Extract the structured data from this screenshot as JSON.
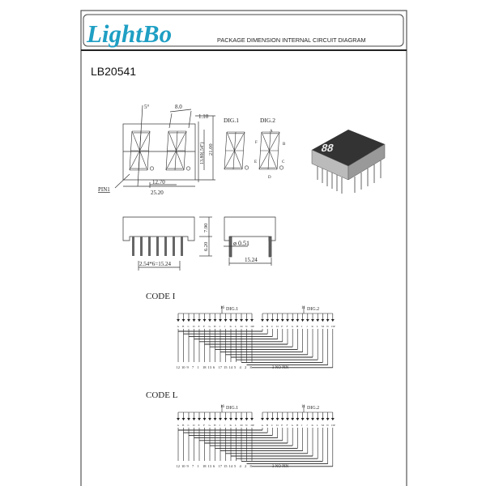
{
  "header": {
    "logo": "LightBo",
    "title": "PACKAGE DIMENSION INTERNAL CIRCUIT DIAGRAM",
    "logo_color": "#1f9fc4"
  },
  "part_number": "LB20541",
  "front_view": {
    "angle": "5°",
    "pitch": "8.0",
    "seg_width": "1.10",
    "digit_height": "13.80(.54\")",
    "height": "21.00",
    "digit_spacing": "12.70",
    "width": "25.20",
    "pin1_label": "PIN1"
  },
  "segment_view": {
    "dig1_label": "DIG.1",
    "dig2_label": "DIG.2",
    "segment_letters": [
      "A",
      "B",
      "C",
      "D",
      "E",
      "F"
    ]
  },
  "side_view": {
    "body_height": "7.90",
    "pin_length": "6.20",
    "pin_pitch": "2.54*6=15.24",
    "pin_diameter": "ø 0.51",
    "row_spacing": "15.24"
  },
  "circuits": [
    {
      "title": "CODE I",
      "dig1_pin": "16",
      "dig1_label": "DIG.1",
      "dig2_pin": "11",
      "dig2_label": "DIG.2",
      "segments": [
        "A",
        "B",
        "C",
        "D",
        "E",
        "F",
        "G",
        "H",
        "I",
        "J",
        "K",
        "L",
        "M",
        "N",
        "DP"
      ],
      "pins": [
        "12",
        "10",
        "9",
        "7",
        "1",
        "18",
        "13",
        "6",
        "17",
        "15",
        "14",
        "5",
        "4",
        "2",
        "8"
      ],
      "note": "3 NO PIN"
    },
    {
      "title": "CODE L",
      "dig1_pin": "16",
      "dig1_label": "DIG.1",
      "dig2_pin": "11",
      "dig2_label": "DIG.2",
      "segments": [
        "A",
        "B",
        "C",
        "D",
        "E",
        "F",
        "G",
        "H",
        "I",
        "J",
        "K",
        "L",
        "M",
        "N",
        "DP"
      ],
      "pins": [
        "12",
        "10",
        "9",
        "7",
        "1",
        "18",
        "13",
        "6",
        "17",
        "15",
        "14",
        "5",
        "4",
        "2",
        "8"
      ],
      "note": "3 NO PIN"
    }
  ]
}
